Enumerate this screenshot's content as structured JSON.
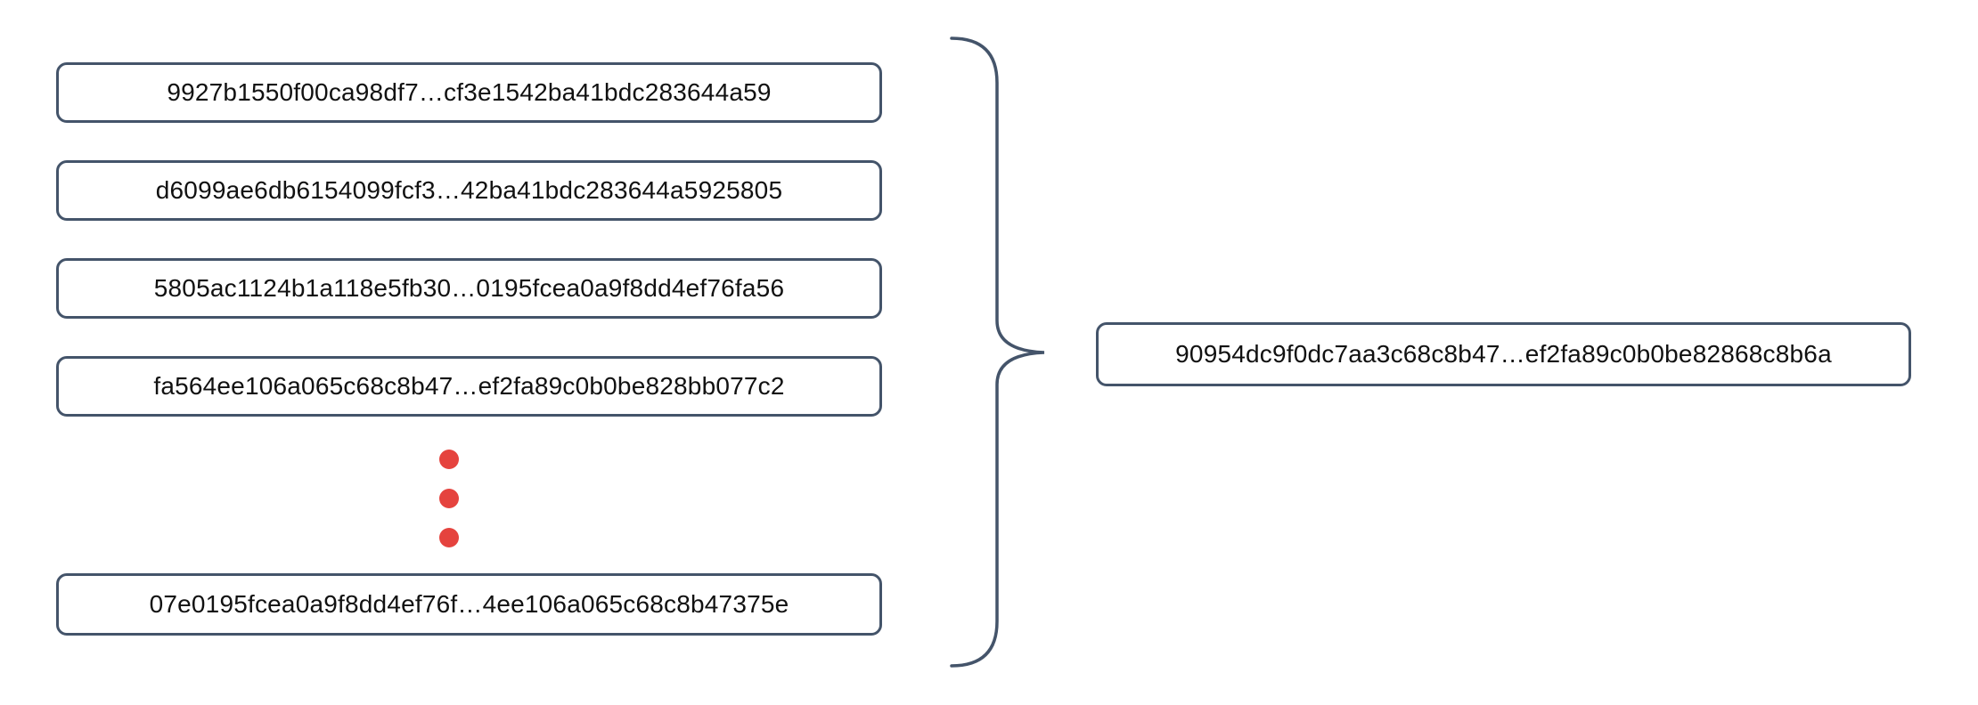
{
  "diagram": {
    "description_role": "hash-chain chunks combined into a single hash",
    "left_hashes": [
      "9927b1550f00ca98df7…cf3e1542ba41bdc283644a59",
      "d6099ae6db6154099fcf3…42ba41bdc283644a5925805",
      "5805ac1124b1a118e5fb30…0195fcea0a9f8dd4ef76fa56",
      "fa564ee106a065c68c8b47…ef2fa89c0b0be828bb077c2",
      "07e0195fcea0a9f8dd4ef76f…4ee106a065c68c8b47375e"
    ],
    "result_hash": "90954dc9f0dc7aa3c68c8b47…ef2fa89c0b0be82868c8b6a",
    "colors": {
      "box_border": "#44546A",
      "brace": "#44546A",
      "dot": "#E5433E",
      "text": "#111111",
      "background": "#FFFFFF"
    }
  }
}
